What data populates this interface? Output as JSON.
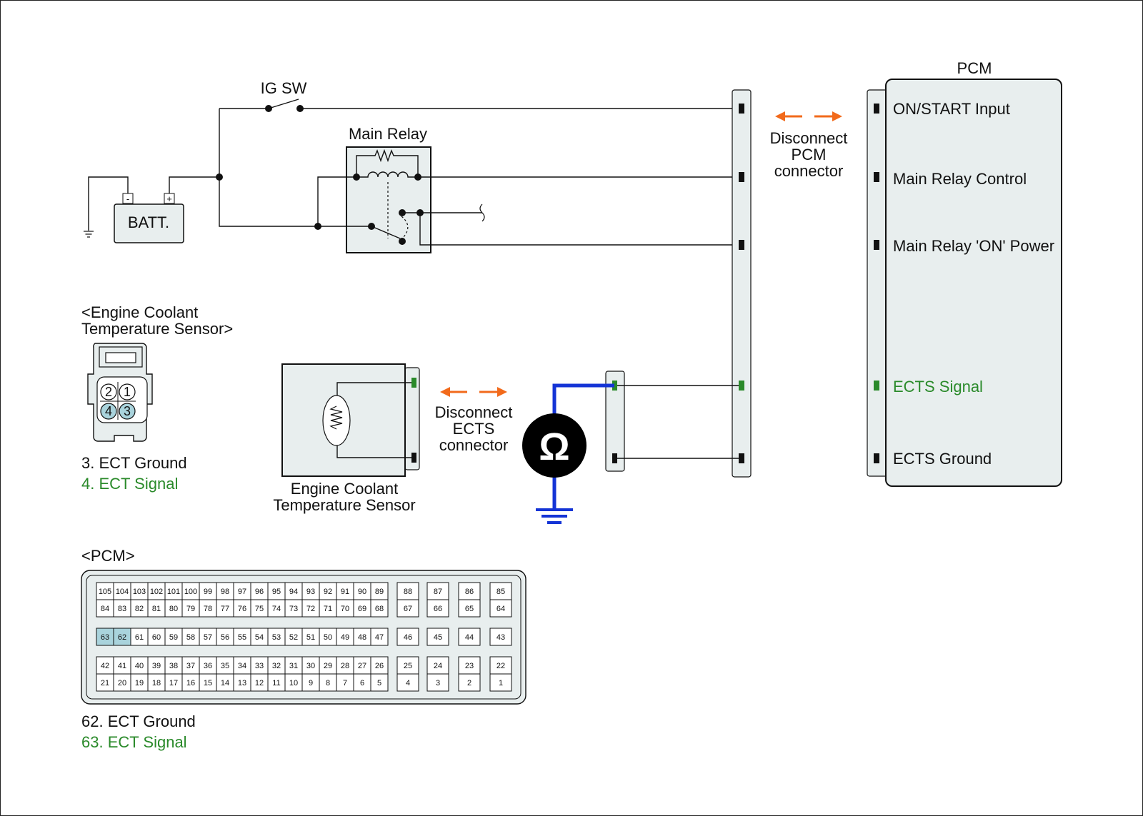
{
  "labels": {
    "ig_sw": "IG SW",
    "main_relay": "Main Relay",
    "batt": "BATT.",
    "batt_minus": "-",
    "batt_plus": "+",
    "pcm_title": "PCM",
    "disconnect_pcm": [
      "Disconnect",
      "PCM",
      "connector"
    ],
    "disconnect_ects": [
      "Disconnect",
      "ECTS",
      "connector"
    ],
    "ect_sensor_caption": [
      "Engine Coolant",
      "Temperature Sensor"
    ],
    "ohm_symbol": "Ω"
  },
  "pcm_pins": [
    {
      "label": "ON/START Input",
      "highlight": false
    },
    {
      "label": "Main Relay Control",
      "highlight": false
    },
    {
      "label": "Main Relay 'ON' Power",
      "highlight": false
    },
    {
      "label": "ECTS Signal",
      "highlight": true
    },
    {
      "label": "ECTS Ground",
      "highlight": false
    }
  ],
  "ect_connector_view": {
    "title": [
      "<Engine Coolant",
      "Temperature Sensor>"
    ],
    "pins": [
      "2",
      "1",
      "4",
      "3"
    ],
    "highlighted_pins": [
      "4",
      "3"
    ],
    "legend": [
      {
        "text": "3. ECT Ground",
        "highlight": false
      },
      {
        "text": "4. ECT Signal",
        "highlight": true
      }
    ]
  },
  "pcm_connector_view": {
    "title": "<PCM>",
    "row1": [
      "105",
      "104",
      "103",
      "102",
      "101",
      "100",
      "99",
      "98",
      "97",
      "96",
      "95",
      "94",
      "93",
      "92",
      "91",
      "90",
      "89"
    ],
    "row2": [
      "84",
      "83",
      "82",
      "81",
      "80",
      "79",
      "78",
      "77",
      "76",
      "75",
      "74",
      "73",
      "72",
      "71",
      "70",
      "69",
      "68"
    ],
    "row3": [
      "63",
      "62",
      "61",
      "60",
      "59",
      "58",
      "57",
      "56",
      "55",
      "54",
      "53",
      "52",
      "51",
      "50",
      "49",
      "48",
      "47"
    ],
    "row4": [
      "42",
      "41",
      "40",
      "39",
      "38",
      "37",
      "36",
      "35",
      "34",
      "33",
      "32",
      "31",
      "30",
      "29",
      "28",
      "27",
      "26"
    ],
    "row5": [
      "21",
      "20",
      "19",
      "18",
      "17",
      "16",
      "15",
      "14",
      "13",
      "12",
      "11",
      "10",
      "9",
      "8",
      "7",
      "6",
      "5"
    ],
    "side_cols": [
      [
        "88",
        "67",
        "46",
        "25",
        "4"
      ],
      [
        "87",
        "66",
        "45",
        "24",
        "3"
      ],
      [
        "86",
        "65",
        "44",
        "23",
        "2"
      ],
      [
        "85",
        "64",
        "43",
        "22",
        "1"
      ]
    ],
    "highlighted_pins": [
      "63",
      "62"
    ],
    "legend": [
      {
        "text": "62. ECT Ground",
        "highlight": false
      },
      {
        "text": "63. ECT Signal",
        "highlight": true
      }
    ]
  },
  "colors": {
    "signal_green": "#2a8a2a",
    "highlight_pin": "#a9d3dc",
    "meter_wire": "#1434d6",
    "arrow_orange": "#f26a1b"
  }
}
